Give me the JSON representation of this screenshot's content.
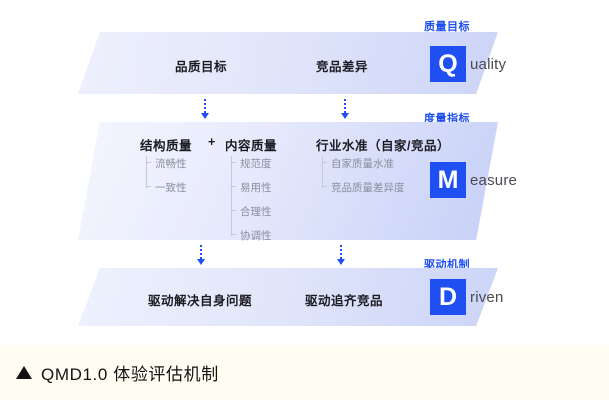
{
  "stages": [
    {
      "id": "quality",
      "stage_label": "质量目标",
      "badge_letter": "Q",
      "badge_word": "uality",
      "columns": [
        {
          "title": "品质目标",
          "items": []
        },
        {
          "title": "竞品差异",
          "items": []
        }
      ]
    },
    {
      "id": "measure",
      "stage_label": "度量指标",
      "badge_letter": "M",
      "badge_word": "easure",
      "plus": "+",
      "columns": [
        {
          "title": "结构质量",
          "items": [
            "流畅性",
            "一致性"
          ]
        },
        {
          "title": "内容质量",
          "items": [
            "规范度",
            "易用性",
            "合理性",
            "协调性"
          ]
        },
        {
          "title": "行业水准（自家/竞品）",
          "items": [
            "自家质量水准",
            "竞品质量差异度"
          ]
        }
      ]
    },
    {
      "id": "driven",
      "stage_label": "驱动机制",
      "badge_letter": "D",
      "badge_word": "riven",
      "columns": [
        {
          "title": "驱动解决自身问题",
          "items": []
        },
        {
          "title": "驱动追齐竞品",
          "items": []
        }
      ]
    }
  ],
  "caption": {
    "marker": "triangle-up-icon",
    "text": "QMD1.0 体验评估机制"
  },
  "colors": {
    "accent": "#1f4ff0",
    "band_light": "#eef0fc",
    "band_dark": "#ccd4f8",
    "caption_bg": "#fffdf2",
    "title_text": "#1b1b22",
    "sub_text": "#8a8f9e"
  }
}
